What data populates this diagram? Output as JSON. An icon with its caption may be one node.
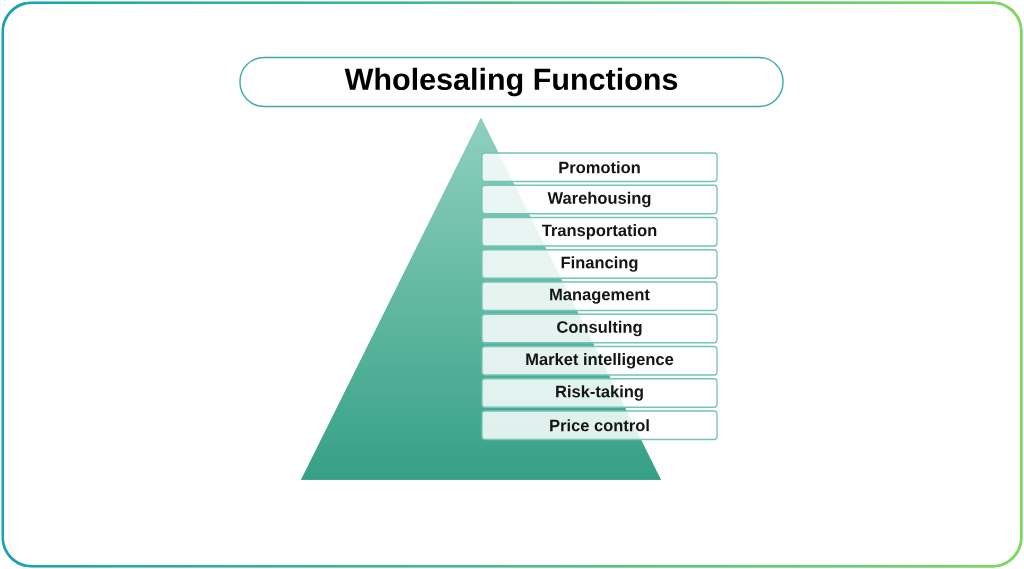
{
  "diagram": {
    "title": "Wholesaling Functions",
    "nodes": [
      {
        "text": [
          "Promotion"
        ]
      },
      {
        "text": [
          "Warehousing"
        ]
      },
      {
        "text": [
          "Transportation"
        ]
      },
      {
        "text": [
          "Financing"
        ]
      },
      {
        "text": [
          "Management"
        ]
      },
      {
        "text": [
          "Consulting"
        ]
      },
      {
        "text": [
          "Market intelligence"
        ]
      },
      {
        "text": [
          "Risk-taking"
        ]
      },
      {
        "text": [
          "Price control"
        ]
      }
    ]
  }
}
